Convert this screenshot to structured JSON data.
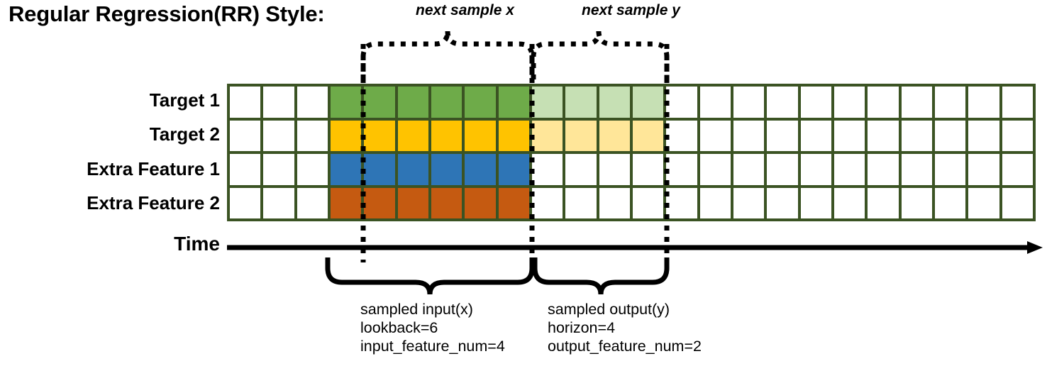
{
  "title": "Regular Regression(RR) Style:",
  "top_braces": [
    {
      "id": "next-sample-x",
      "label": "next sample x"
    },
    {
      "id": "next-sample-y",
      "label": "next sample y"
    }
  ],
  "rows": [
    {
      "name": "Target 1",
      "key": "target-1",
      "fill_input": "#6eab49",
      "fill_output": "#c6e0b4"
    },
    {
      "name": "Target 2",
      "key": "target-2",
      "fill_input": "#ffc300",
      "fill_output": "#ffe699"
    },
    {
      "name": "Extra Feature 1",
      "key": "extra-feature-1",
      "fill_input": "#2e75b6",
      "fill_output": null
    },
    {
      "name": "Extra Feature 2",
      "key": "extra-feature-2",
      "fill_input": "#c55a11",
      "fill_output": null
    }
  ],
  "grid": {
    "total_columns": 24,
    "leading_blank_columns": 3,
    "input_columns": 6,
    "output_columns": 4,
    "trailing_blank_columns": 11,
    "border_color": "#3b5323",
    "empty_cell_color": "#ffffff"
  },
  "time_axis": {
    "label": "Time"
  },
  "bottom_captions": [
    {
      "id": "sampled-input",
      "lines": [
        "sampled input(x)",
        "lookback=6",
        "input_feature_num=4"
      ],
      "text": "sampled input(x)\nlookback=6\ninput_feature_num=4"
    },
    {
      "id": "sampled-output",
      "lines": [
        "sampled output(y)",
        "horizon=4",
        "output_feature_num=2"
      ],
      "text": "sampled output(y)\nhorizon=4\noutput_feature_num=2"
    }
  ],
  "colors": {
    "grid_border": "#3b5323",
    "target1_input": "#6eab49",
    "target1_output": "#c6e0b4",
    "target2_input": "#ffc300",
    "target2_output": "#ffe699",
    "extra1_input": "#2e75b6",
    "extra2_input": "#c55a11",
    "line": "#000000"
  }
}
